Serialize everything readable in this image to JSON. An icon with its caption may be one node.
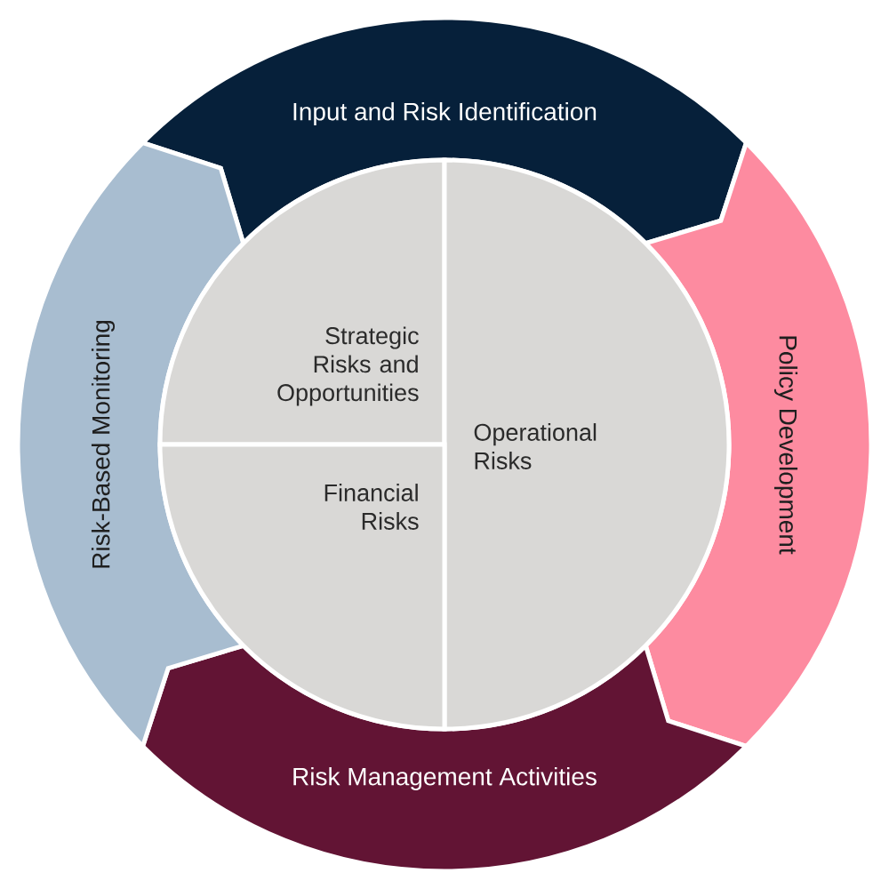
{
  "diagram": {
    "nodes": [
      {
        "text": [
          "Input and Risk Identification"
        ]
      },
      {
        "text": [
          "Policy Development"
        ]
      },
      {
        "text": [
          "Risk Management Activities"
        ]
      },
      {
        "text": [
          "Risk-Based Monitoring"
        ]
      },
      {
        "text": [
          "Strategic Risks and Opportunities"
        ]
      },
      {
        "text": [
          "Operational Risks"
        ]
      },
      {
        "text": [
          "Financial Risks"
        ]
      }
    ]
  }
}
